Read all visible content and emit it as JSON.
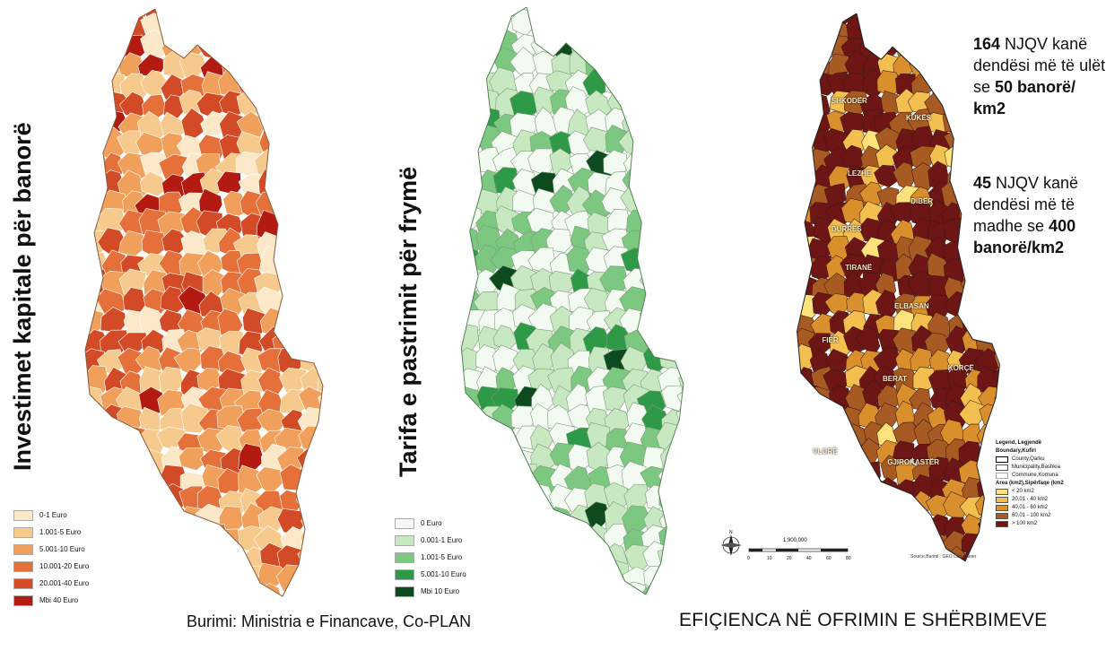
{
  "map1": {
    "title": "Investimet kapitale për banorë",
    "legend": [
      {
        "label": "0-1 Euro",
        "color": "#fbe8c9"
      },
      {
        "label": "1.001-5 Euro",
        "color": "#f6c98c"
      },
      {
        "label": "5.001-10 Euro",
        "color": "#f0a05a"
      },
      {
        "label": "10.001-20 Euro",
        "color": "#e5703a"
      },
      {
        "label": "20.001-40 Euro",
        "color": "#d24a26"
      },
      {
        "label": "Mbi 40 Euro",
        "color": "#b31a12"
      }
    ]
  },
  "map2": {
    "title": "Tarifa e pastrimit për frymë",
    "legend": [
      {
        "label": "0 Euro",
        "color": "#f3faf1"
      },
      {
        "label": "0.001-1 Euro",
        "color": "#c7e8c1"
      },
      {
        "label": "1.001-5 Euro",
        "color": "#7cc880"
      },
      {
        "label": "5.001-10 Euro",
        "color": "#2e9a47"
      },
      {
        "label": "Mbi 10 Euro",
        "color": "#0d4a1f"
      }
    ]
  },
  "map3": {
    "notes": {
      "n1_num": "164",
      "n1_a": " NJQV kanë dendësi më të ulët se ",
      "n1_b": "50 banorë/ km2",
      "n2_num": "45",
      "n2_a": " NJQV kanë dendësi më të madhe se ",
      "n2_b": "400 banorë/km2"
    },
    "region_labels": [
      "SHKODËR",
      "KUKËS",
      "LEZHË",
      "DIBËR",
      "DURRËS",
      "TIRANË",
      "ELBASAN",
      "FIER",
      "BERAT",
      "KORÇË",
      "VLORË",
      "GJIROKASTËR"
    ],
    "legend": {
      "title": "Legend, Legjendë",
      "boundary_title": "Boundary,Kufiri",
      "boundaries": [
        "County,Qarku",
        "Municipality,Bashkia",
        "Commune,Komuna"
      ],
      "area_title": "Area (km2),Sipërfaqe (km2",
      "classes": [
        {
          "label": "< 20 km2",
          "color": "#fbe27a"
        },
        {
          "label": "20,01 - 40 km2",
          "color": "#f3c04f"
        },
        {
          "label": "40,01 - 60 km2",
          "color": "#d98f2c"
        },
        {
          "label": "60,01 - 100 km2",
          "color": "#a75a22"
        },
        {
          "label": "> 100 km2",
          "color": "#6e1616"
        }
      ]
    },
    "scale": "1:900,000",
    "scale_ticks": [
      "0",
      "10",
      "20",
      "40",
      "60",
      "80"
    ],
    "compass": "N",
    "source": "Source,Burimi : GEO Consultiner"
  },
  "source_text": "Burimi: Ministria e Financave, Co-PLAN",
  "main_title": "EFIÇIENCA NË OFRIMIN E SHËRBIMEVE"
}
